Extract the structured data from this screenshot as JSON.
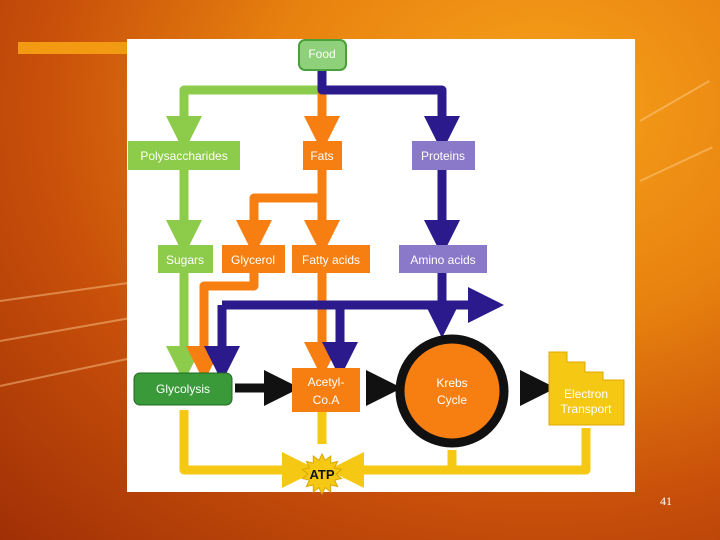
{
  "slide": {
    "page_number": "41"
  },
  "diagram": {
    "food": "Food",
    "polysaccharides": "Polysaccharides",
    "fats": "Fats",
    "proteins": "Proteins",
    "sugars": "Sugars",
    "glycerol": "Glycerol",
    "fatty_acids": "Fatty acids",
    "amino_acids": "Amino acids",
    "glycolysis": "Glycolysis",
    "acetyl_coa_line1": "Acetyl-",
    "acetyl_coa_line2": "Co.A",
    "krebs_line1": "Krebs",
    "krebs_line2": "Cycle",
    "electron_line1": "Electron",
    "electron_line2": "Transport",
    "atp": "ATP"
  },
  "colors": {
    "green": "#8ccc4a",
    "orange": "#f77f12",
    "navy": "#2b1a8c",
    "black": "#111111",
    "yellow": "#f5c813",
    "purple": "#8a78c8"
  }
}
